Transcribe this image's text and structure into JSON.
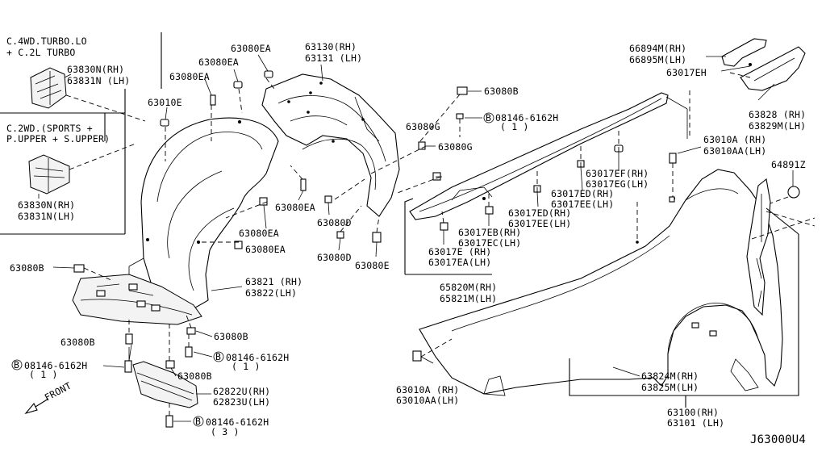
{
  "variants": {
    "a_title_1": "C.4WD.TURBO.LO",
    "a_title_2": "+ C.2L TURBO",
    "a_rh": "63830N(RH)",
    "a_lh": "63831N (LH)",
    "b_title_1": "C.2WD.(SPORTS +",
    "b_title_2": "P.UPPER + S.UPPER)",
    "b_rh": "63830N(RH)",
    "b_lh": "63831N(LH)"
  },
  "labels": {
    "l63080ea_1": "63080EA",
    "l63130": "63130(RH)",
    "l63131": "63131 (LH)",
    "l63080ea_2": "63080EA",
    "l63080ea_3": "63080EA",
    "l63010e": "63010E",
    "l63080b_top": "63080B",
    "bolt_top": "08146-6162H",
    "bolt_top_qty": "( 1 )",
    "l63080g_1": "63080G",
    "l63080g_2": "63080G",
    "l63080ea_4": "63080EA",
    "l63080d_1": "63080D",
    "l63080ea_5": "63080EA",
    "l63080ea_6": "63080EA",
    "l63080d_2": "63080D",
    "l63080e": "63080E",
    "l63080b_left": "63080B",
    "l63821": "63821 (RH)",
    "l63822": "63822(LH)",
    "l63080b_mid": "63080B",
    "l63080b_low": "63080B",
    "bolt_mid": "08146-6162H",
    "bolt_mid_qty": "( 1 )",
    "bolt_left": "08146-6162H",
    "bolt_left_qty": "( 1 )",
    "l63080b_bot": "63080B",
    "l62822u": "62822U(RH)",
    "l62823u": "62823U(LH)",
    "bolt_bot": "08146-6162H",
    "bolt_bot_qty": "( 3 )",
    "front": "FRONT",
    "l66894m": "66894M(RH)",
    "l66895m": "66895M(LH)",
    "l63017eh": "63017EH",
    "l63828": "63828  (RH)",
    "l63829m": "63829M(LH)",
    "l63010a_rh": "63010A (RH)",
    "l63010aa": "63010AA(LH)",
    "l64891z": "64891Z",
    "l63017ef": "63017EF(RH)",
    "l63017eg": "63017EG(LH)",
    "l63017ed": "63017ED(RH)",
    "l63017ee_1": "63017EE(LH)",
    "l63017ed_2": "63017ED(RH)",
    "l63017ee_2": "63017EE(LH)",
    "l63017eb": "63017EB(RH)",
    "l63017ec": "63017EC(LH)",
    "l63017e": "63017E (RH)",
    "l63017ea": "63017EA(LH)",
    "l65820m": "65820M(RH)",
    "l65821m": "65821M(LH)",
    "l63010a_b": "63010A  (RH)",
    "l63010aa_b": "63010AA(LH)",
    "l63824m": "63824M(RH)",
    "l63825m": "63825M(LH)",
    "l63100": "63100(RH)",
    "l63101": "63101 (LH)",
    "diagram_code": "J63000U4",
    "circle_b": "B"
  }
}
